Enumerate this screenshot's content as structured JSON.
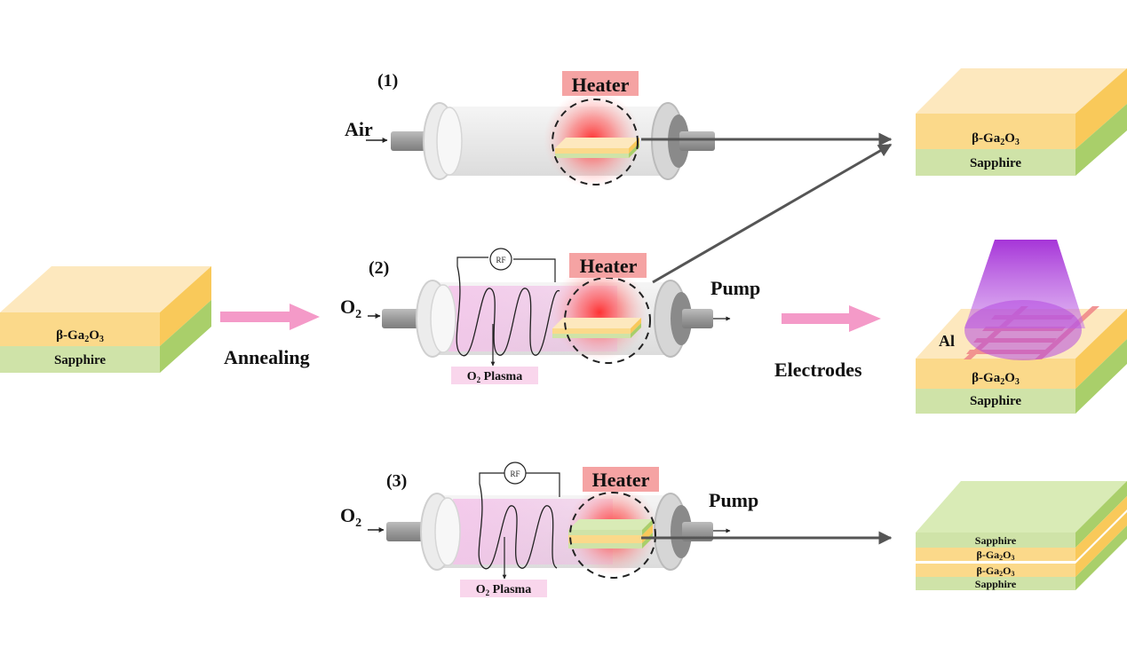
{
  "labels": {
    "step1": "(1)",
    "step2": "(2)",
    "step3": "(3)",
    "heater": "Heater",
    "air": "Air",
    "o2_main": "O",
    "o2_sub": "2",
    "pump": "Pump",
    "rf": "RF",
    "o2_plasma_main": "O",
    "o2_plasma_sub": "2",
    "o2_plasma_rest": " Plasma",
    "annealing": "Annealing",
    "electrodes": "Electrodes",
    "al": "Al",
    "beta_ga2o3_prefix": "β-Ga",
    "beta_ga2o3_sub1": "2",
    "beta_ga2o3_mid": "O",
    "beta_ga2o3_sub2": "3",
    "sapphire": "Sapphire"
  },
  "colors": {
    "ga2o3_top": "#fde8be",
    "ga2o3_front": "#fbd98a",
    "ga2o3_side": "#f9c95a",
    "sapphire_front": "#cfe3a8",
    "sapphire_side": "#a9cf6a",
    "sapphire_top": "#d9ebb6",
    "heater_label_bg": "#f5a3a3",
    "plasma_pink": "#f2b8e6",
    "arrow_pink": "#f49ac8",
    "arrow_gray": "#555555",
    "uv_purple": "#b44be0"
  }
}
